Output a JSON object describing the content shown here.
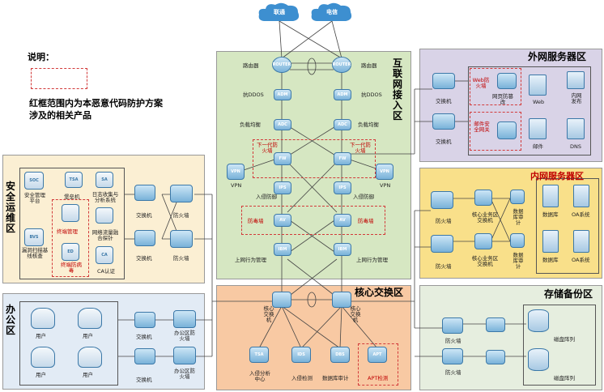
{
  "clouds": {
    "left": "联通",
    "right": "电信"
  },
  "legend": {
    "title": "说明：",
    "line1": "红框范围内为本恶意代码防护方案",
    "line2": "涉及的相关产品"
  },
  "zones": {
    "internet": "互联网接入区",
    "external": "外网服务器区",
    "internal": "内网服务器区",
    "security": "安全运维区",
    "office": "办公区",
    "core": "核心交换区",
    "storage": "存储备份区"
  },
  "internet_area": {
    "router": "路由器",
    "anti_ddos": "抗DDOS",
    "lb": "负载均衡",
    "ngfw": "下一代防火墙",
    "vpn": "VPN",
    "ips": "入侵防御",
    "av": "防毒墙",
    "behavior": "上网行为管理",
    "icons": {
      "router": "ROUTER",
      "adm": "ADM",
      "adc": "ADC",
      "fw": "FW",
      "vpn": "VPN",
      "ips": "IPS",
      "av": "AV",
      "ibm": "IBM"
    }
  },
  "external_area": {
    "switch": "交换机",
    "waf": "Web防火墙",
    "tamper": "网页防篡改",
    "mail_gw": "邮件安全网关",
    "web": "Web",
    "intranet": "内网发布",
    "mail": "邮件",
    "dns": "DNS"
  },
  "internal_area": {
    "fw": "防火墙",
    "core_sw": "核心业务区交换机",
    "db_audit": "数据库审计",
    "db": "数据库",
    "oa": "OA系统"
  },
  "security_area": {
    "soc": "安全管理平台",
    "bastion": "堡垒机",
    "log": "日志收集与分析系统",
    "terminal": "终端管理",
    "netflow": "网络流量融合探针",
    "vuln": "漏洞扫描基线核查",
    "endpoint_av": "终端防病毒",
    "ca": "CA认证",
    "switch": "交换机",
    "fw": "防火墙",
    "icons": {
      "soc": "SOC",
      "tsa": "TSA",
      "sa": "SA",
      "ed": "ED",
      "bvs": "BVS",
      "ca": "CA"
    }
  },
  "office_area": {
    "user": "用户",
    "switch": "交换机",
    "office_fw": "办公区防火墙"
  },
  "core_area": {
    "core_sw": "核心交换机",
    "ids_center": "入侵分析中心",
    "ids": "入侵检测",
    "db_audit": "数据库审计",
    "apt": "APT检测",
    "icons": {
      "tsa": "TSA",
      "ids": "IDS",
      "dbs": "DBS",
      "apt": "APT"
    }
  },
  "storage_area": {
    "fw": "防火墙",
    "array": "磁盘阵列"
  },
  "colors": {
    "internet": "#d6e7c2",
    "external": "#d9d3e7",
    "internal": "#f9e08a",
    "security": "#fbefd3",
    "office": "#e2ebf5",
    "core": "#f8c9a3",
    "storage": "#e6eedf",
    "red": "#c00000",
    "device": "#79b2d9",
    "cloud": "#3d8fd0"
  }
}
